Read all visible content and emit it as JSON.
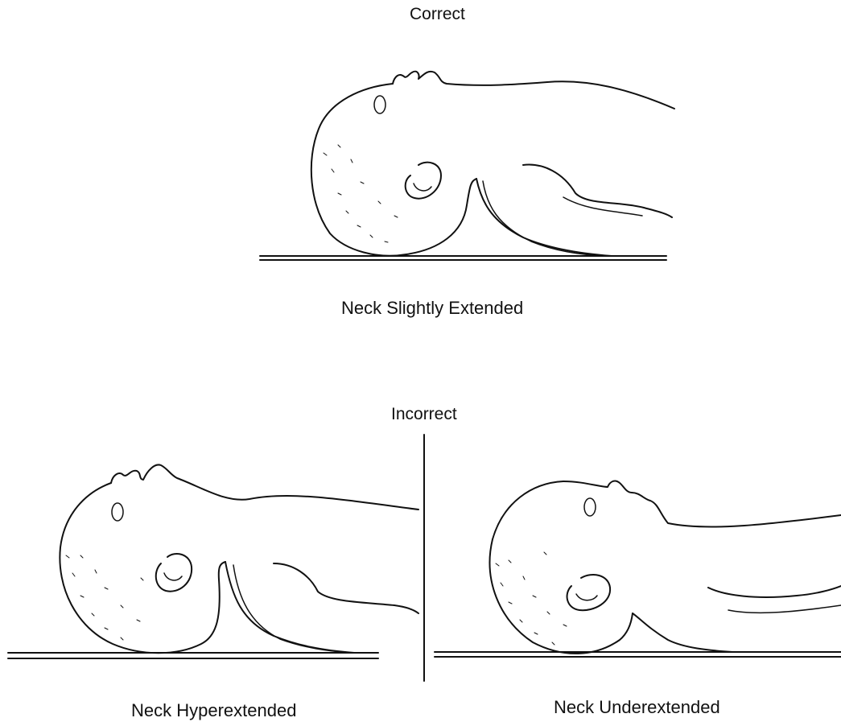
{
  "sections": {
    "correct": {
      "heading": "Correct",
      "captions": [
        "Neck Slightly Extended"
      ]
    },
    "incorrect": {
      "heading": "Incorrect",
      "captions": [
        "Neck Hyperextended",
        "Neck Underextended"
      ]
    }
  },
  "colors": {
    "ink": "#111111",
    "background": "#ffffff"
  }
}
